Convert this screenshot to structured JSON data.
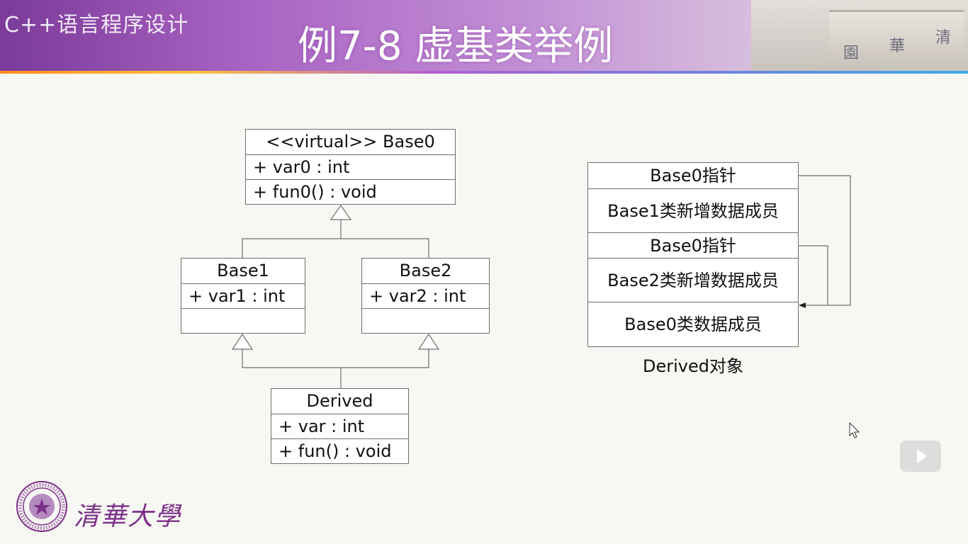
{
  "header": {
    "course_title": "C++语言程序设计",
    "slide_title": "例7-8 虚基类举例",
    "plaque_chars": [
      "清",
      "華",
      "園"
    ]
  },
  "uml": {
    "base0": {
      "name": "<<virtual>> Base0",
      "attr": "+ var0 : int",
      "method": "+ fun0() : void"
    },
    "base1": {
      "name": "Base1",
      "attr": "+ var1 : int",
      "method": ""
    },
    "base2": {
      "name": "Base2",
      "attr": "+ var2 : int",
      "method": ""
    },
    "derived": {
      "name": "Derived",
      "attr": "+ var : int",
      "method": "+ fun() : void"
    }
  },
  "memory_layout": {
    "cells": [
      "Base0指针",
      "Base1类新增数据成员",
      "Base0指针",
      "Base2类新增数据成员",
      "Base0类数据成员"
    ],
    "caption": "Derived对象"
  },
  "footer": {
    "university": "清華大學"
  },
  "colors": {
    "header_start": "#7b3b98",
    "header_end": "#cfc9c4",
    "logo_purple": "#7b2f87"
  }
}
